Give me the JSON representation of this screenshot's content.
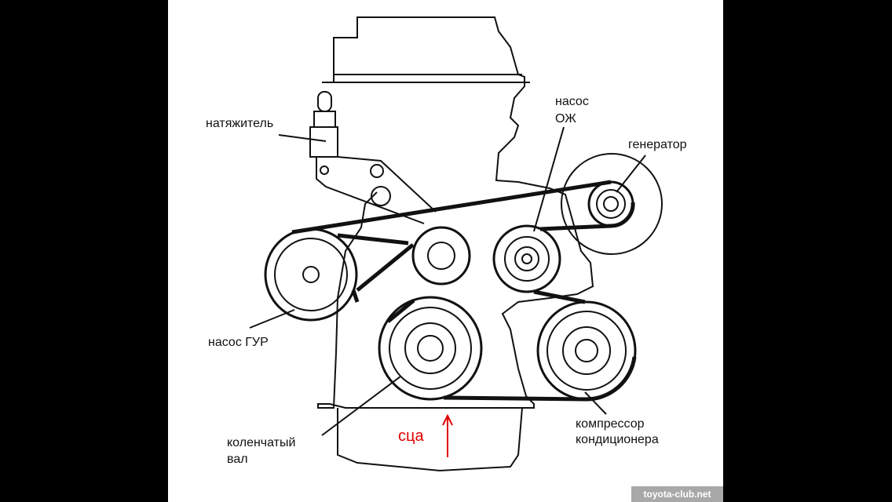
{
  "labels": {
    "tensioner": "натяжитель",
    "water_pump_line1": "насос",
    "water_pump_line2": "ОЖ",
    "generator": "генератор",
    "ps_pump": "насос ГУР",
    "crankshaft_line1": "коленчатый",
    "crankshaft_line2": "вал",
    "ac_line1": "компрессор",
    "ac_line2": "кондиционера",
    "annotation": "сца"
  },
  "watermark": "toyota-club.net",
  "colors": {
    "annotation": "#e00000",
    "line": "#111111"
  }
}
